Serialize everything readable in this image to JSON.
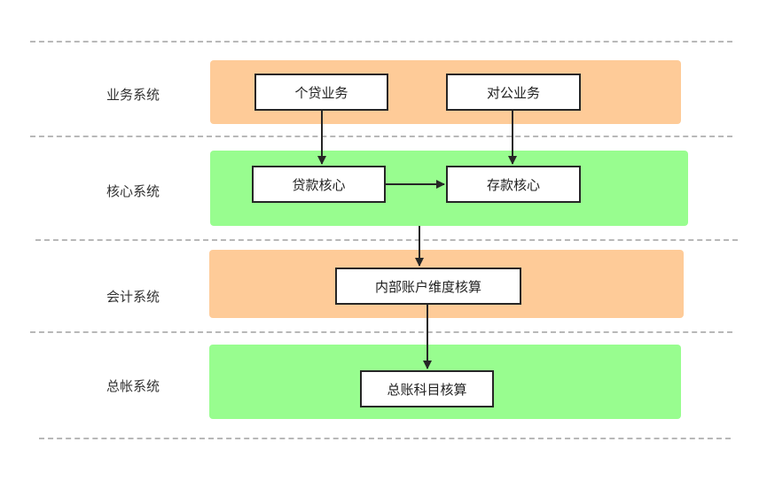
{
  "colors": {
    "orange_band": "#fecb98",
    "green_band": "#98fd8f",
    "box_border": "#262626",
    "arrow": "#262626",
    "divider": "#b8b8b8"
  },
  "layers": [
    {
      "label": "业务系统",
      "band_color": "orange"
    },
    {
      "label": "核心系统",
      "band_color": "green"
    },
    {
      "label": "会计系统",
      "band_color": "orange"
    },
    {
      "label": "总帐系统",
      "band_color": "green"
    }
  ],
  "nodes": {
    "personal_loan": "个贷业务",
    "corporate": "对公业务",
    "loan_core": "贷款核心",
    "deposit_core": "存款核心",
    "internal_account": "内部账户维度核算",
    "gl_subject": "总账科目核算"
  },
  "edges": [
    {
      "from": "个贷业务",
      "to": "贷款核心"
    },
    {
      "from": "对公业务",
      "to": "存款核心"
    },
    {
      "from": "贷款核心",
      "to": "存款核心"
    },
    {
      "from": "核心系统",
      "to": "内部账户维度核算"
    },
    {
      "from": "内部账户维度核算",
      "to": "总账科目核算"
    }
  ]
}
